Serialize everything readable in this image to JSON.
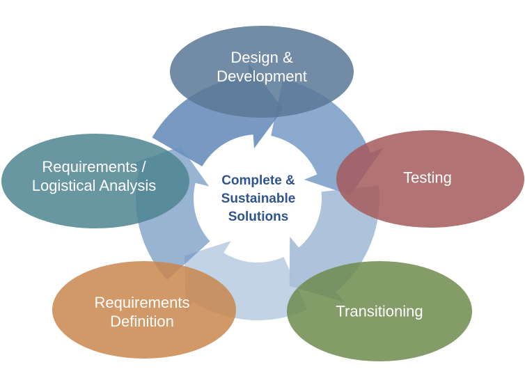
{
  "center_label": [
    "Complete &",
    "Sustainable",
    "Solutions"
  ],
  "phases": [
    {
      "id": "design-development",
      "lines": [
        "Design &",
        "Development"
      ],
      "color": "#5a7897"
    },
    {
      "id": "testing",
      "lines": [
        "Testing"
      ],
      "color": "#a55a5c"
    },
    {
      "id": "transitioning",
      "lines": [
        "Transitioning"
      ],
      "color": "#6f8b4d"
    },
    {
      "id": "requirements-definition",
      "lines": [
        "Requirements",
        "Definition"
      ],
      "color": "#c9874c"
    },
    {
      "id": "requirements-logistical-analysis",
      "lines": [
        "Requirements /",
        "Logistical Analysis"
      ],
      "color": "#4e8591"
    }
  ],
  "arrow_colors": [
    "#3f6da6",
    "#5b86b8",
    "#8aa8cc",
    "#a9c0db",
    "#6d93c0"
  ]
}
